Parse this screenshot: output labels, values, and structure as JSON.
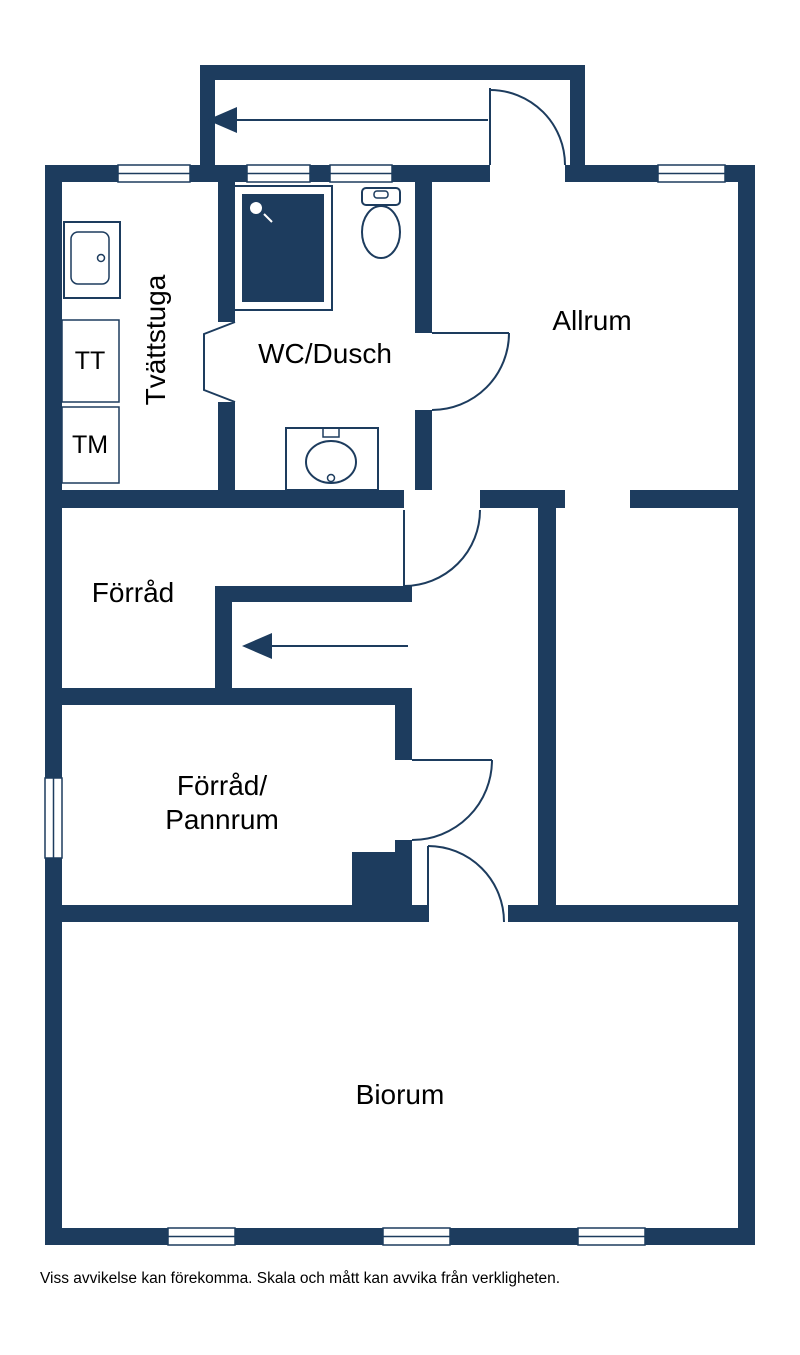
{
  "colors": {
    "wall": "#1d3c5e",
    "text": "#000000",
    "background": "#ffffff"
  },
  "labels": {
    "tvattstuga": "Tvättstuga",
    "wc_dusch": "WC/Dusch",
    "allrum": "Allrum",
    "forrad": "Förråd",
    "forrad_pannrum_1": "Förråd/",
    "forrad_pannrum_2": "Pannrum",
    "biorum": "Biorum",
    "tt": "TT",
    "tm": "TM"
  },
  "footer": {
    "disclaimer": "Viss avvikelse kan förekomma. Skala och mått kan avvika från verkligheten."
  }
}
